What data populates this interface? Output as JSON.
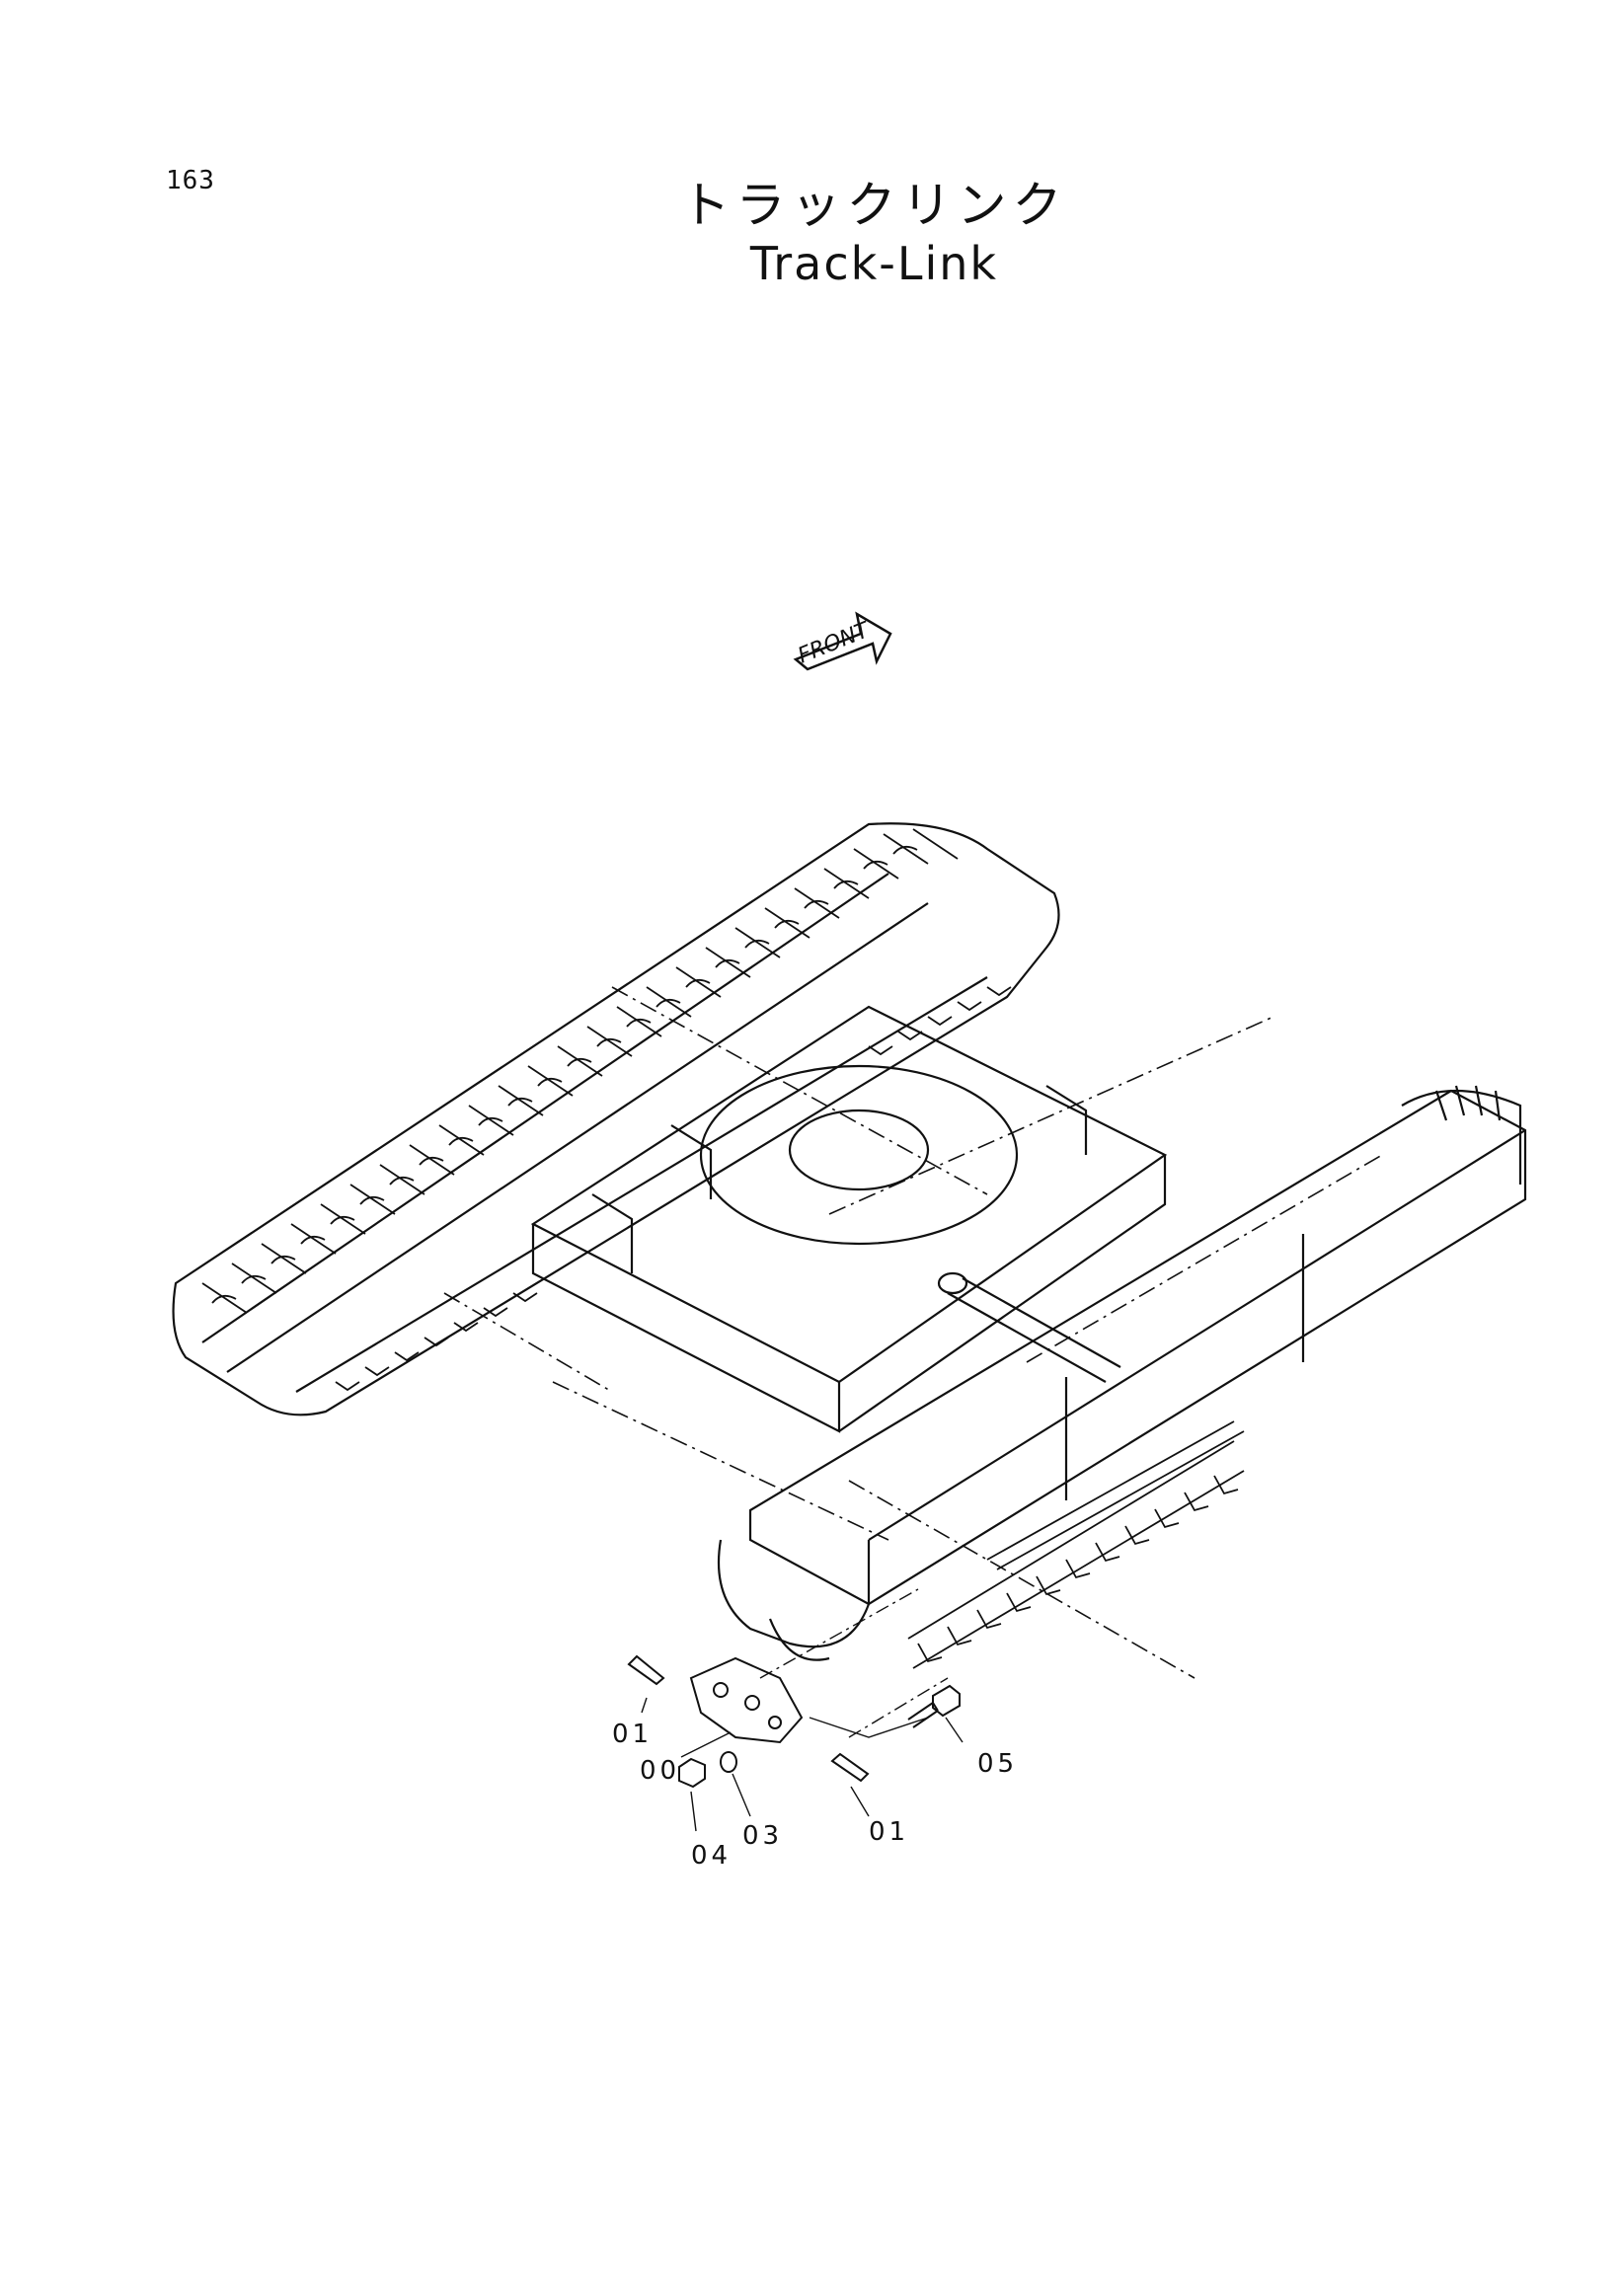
{
  "page": {
    "number": "163",
    "title_jp": "トラックリンク",
    "title_en": "Track-Link"
  },
  "diagram": {
    "front_label": "FRONT",
    "callouts": [
      {
        "id": "01a",
        "label": "01"
      },
      {
        "id": "00",
        "label": "00"
      },
      {
        "id": "04",
        "label": "04"
      },
      {
        "id": "03",
        "label": "03"
      },
      {
        "id": "01b",
        "label": "01"
      },
      {
        "id": "05",
        "label": "05"
      }
    ]
  }
}
